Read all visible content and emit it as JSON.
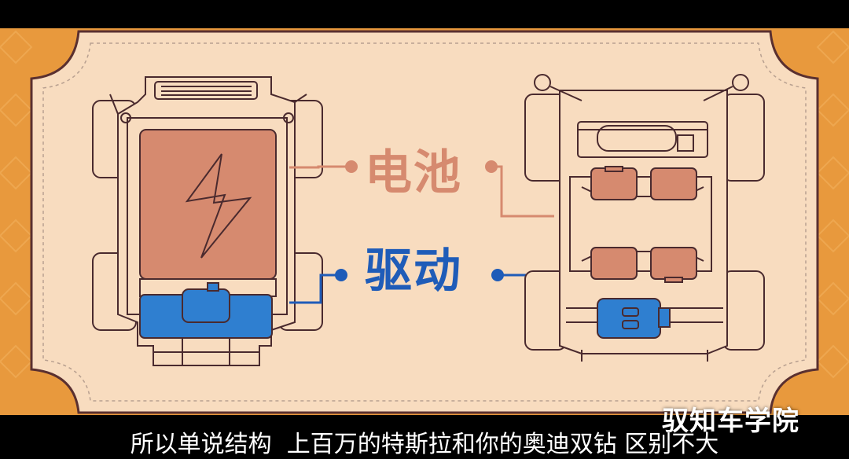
{
  "diagram": {
    "labels": {
      "battery": "电池",
      "drive": "驱动"
    },
    "colors": {
      "frame_orange": "#e8993d",
      "panel_fill": "#f8dcbf",
      "outline": "#4a2a2e",
      "battery_color": "#d68a6f",
      "drive_color": "#1f5cb8"
    }
  },
  "subtitle": {
    "text": "所以单说结构  上百万的特斯拉和你的奥迪双钻 区别不大"
  },
  "watermark": {
    "text": "驭知车学院"
  }
}
